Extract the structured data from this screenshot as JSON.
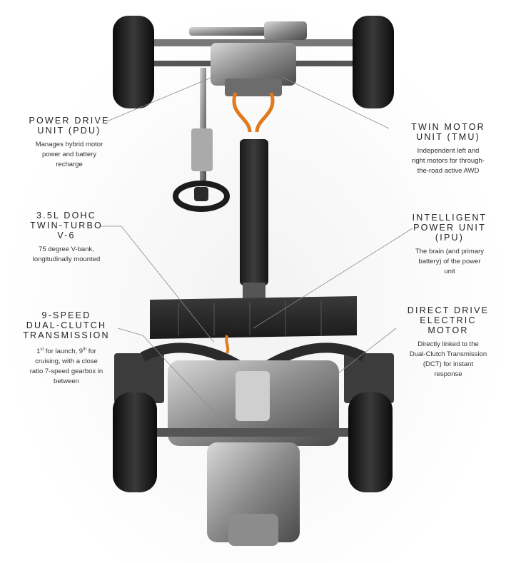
{
  "callouts": {
    "pdu": {
      "title": "POWER DRIVE\nUNIT (PDU)",
      "desc": "Manages hybrid motor\npower and battery\nrecharge"
    },
    "tmu": {
      "title": "TWIN MOTOR\nUNIT (TMU)",
      "desc": "Independent left and\nright motors for through-\nthe-road active AWD"
    },
    "engine": {
      "title": "3.5L DOHC\nTWIN-TURBO\nV-6",
      "desc": "75 degree V-bank,\nlongitudinally mounted"
    },
    "ipu": {
      "title": "INTELLIGENT\nPOWER UNIT\n(IPU)",
      "desc": "The brain (and primary\nbattery) of the power\nunit"
    },
    "dct": {
      "title": "9-SPEED\nDUAL-CLUTCH\nTRANSMISSION",
      "desc_pre": "1",
      "desc_sup1": "st",
      "desc_mid": " for launch, 9",
      "desc_sup2": "th",
      "desc_post": " for\ncruising, with a close\nratio 7-speed gearbox in\nbetween"
    },
    "ddm": {
      "title": "DIRECT DRIVE\nELECTRIC\nMOTOR",
      "desc": "Directly linked to the\nDual-Clutch Transmission\n(DCT) for instant\nresponse"
    }
  },
  "colors": {
    "background": "#ffffff",
    "tire": "#1b1b1b",
    "metal": "#9a9a9a",
    "battery": "#2a2a2a",
    "orange_cable": "#e07a1c",
    "leader_line": "#8a8a8a"
  }
}
